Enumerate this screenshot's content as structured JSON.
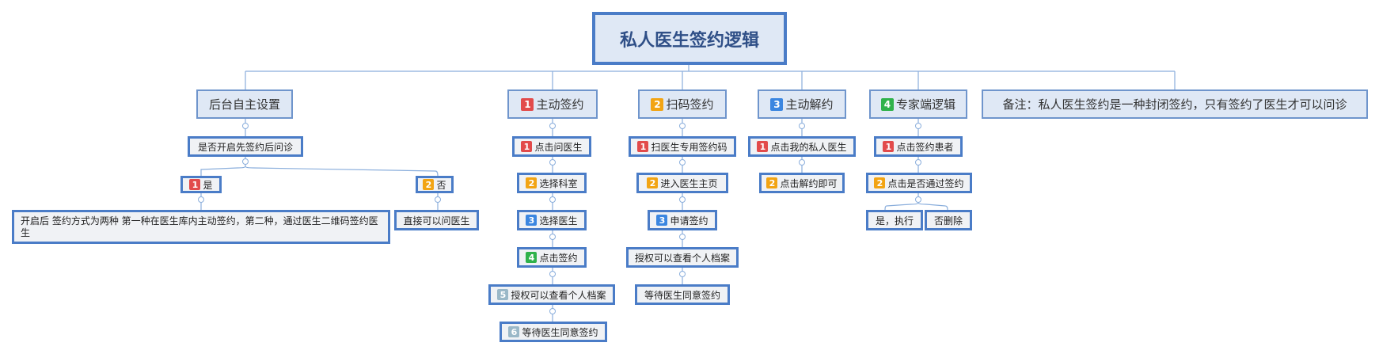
{
  "root": {
    "label": "私人医生签约逻辑"
  },
  "branches": {
    "setting": {
      "label": "后台自主设置",
      "q": "是否开启先签约后问诊",
      "yes": {
        "badge": "1",
        "label": "是"
      },
      "no": {
        "badge": "2",
        "label": "否"
      },
      "yes_desc": "开启后 签约方式为两种 第一种在医生库内主动签约，第二种，通过医生二维码签约医生",
      "no_desc": "直接可以问医生"
    },
    "active": {
      "badge": "1",
      "label": "主动签约",
      "steps": [
        {
          "badge": "1",
          "label": "点击问医生"
        },
        {
          "badge": "2",
          "label": "选择科室"
        },
        {
          "badge": "3",
          "label": "选择医生"
        },
        {
          "badge": "4",
          "label": "点击签约"
        },
        {
          "badge": "5",
          "label": "授权可以查看个人档案"
        },
        {
          "badge": "6",
          "label": "等待医生同意签约"
        }
      ]
    },
    "scan": {
      "badge": "2",
      "label": "扫码签约",
      "steps": [
        {
          "badge": "1",
          "label": "扫医生专用签约码"
        },
        {
          "badge": "2",
          "label": "进入医生主页"
        },
        {
          "badge": "3",
          "label": "申请签约"
        },
        {
          "badge": "",
          "label": "授权可以查看个人档案"
        },
        {
          "badge": "",
          "label": "等待医生同意签约"
        }
      ]
    },
    "cancel": {
      "badge": "3",
      "label": "主动解约",
      "steps": [
        {
          "badge": "1",
          "label": "点击我的私人医生"
        },
        {
          "badge": "2",
          "label": "点击解约即可"
        }
      ]
    },
    "expert": {
      "badge": "4",
      "label": "专家端逻辑",
      "steps": [
        {
          "badge": "1",
          "label": "点击签约患者"
        },
        {
          "badge": "2",
          "label": "点击是否通过签约"
        }
      ],
      "options": [
        {
          "label": "是，执行"
        },
        {
          "label": "否删除"
        }
      ]
    },
    "note": {
      "label": "备注：私人医生签约是一种封闭签约，只有签约了医生才可以问诊"
    }
  },
  "colors": {
    "border": "#4a7cc7",
    "line": "#8aaedc",
    "fill": "#dfe8f5",
    "red": "#e24b4b",
    "orange": "#f2a413",
    "blue": "#3b86e0",
    "green": "#2fb24b",
    "gray": "#9ab8c8"
  }
}
